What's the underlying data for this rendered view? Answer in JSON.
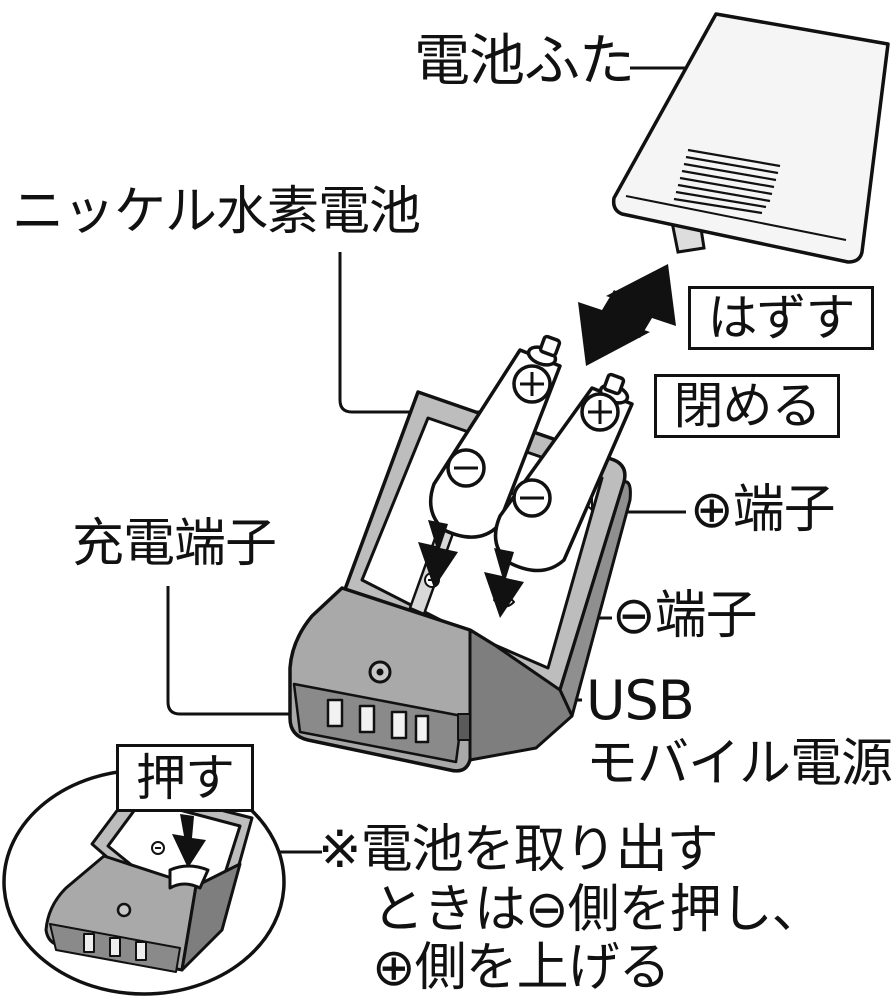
{
  "labels": {
    "battery_cover": "電池ふた",
    "nimh_battery": "ニッケル水素電池",
    "remove": "はずす",
    "close": "閉める",
    "plus_terminal": "⊕端子",
    "charge_terminal": "充電端子",
    "minus_terminal": "⊖端子",
    "usb_line1": "USB",
    "usb_line2": "モバイル電源",
    "push": "押す",
    "note_line1": "※電池を取り出す",
    "note_line2": "ときは⊖側を押し、",
    "note_line3": "⊕側を上げる"
  },
  "colors": {
    "line": "#111111",
    "device_body": "#a9a9a9",
    "device_dark": "#6f6f6f",
    "cover": "#f2f2f2",
    "battery": "#ffffff",
    "arrow": "#111111"
  }
}
